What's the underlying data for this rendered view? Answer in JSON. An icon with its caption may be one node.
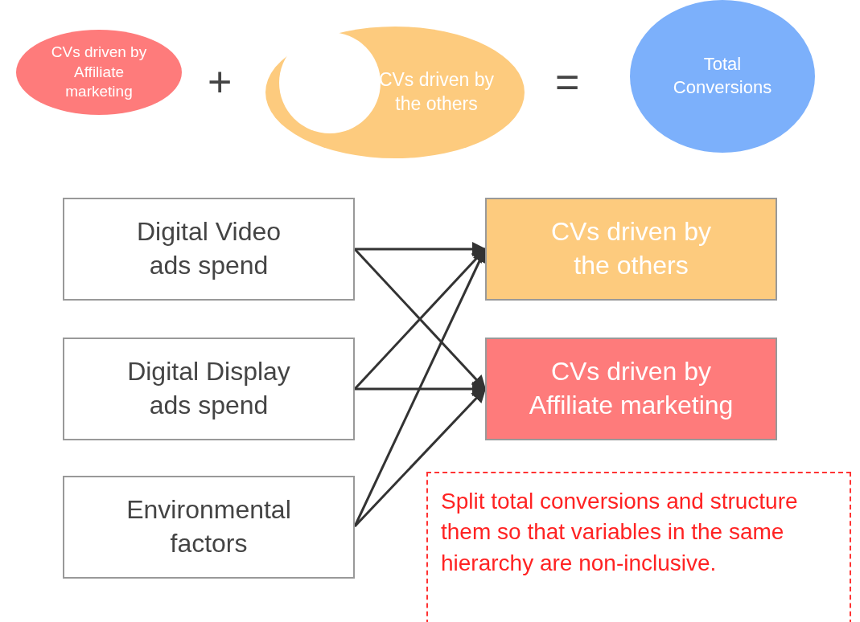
{
  "diagram": {
    "nodes": [
      {
        "text": [
          "CVs driven by Affiliate marketing"
        ]
      },
      {
        "text": [
          "CVs driven by the others"
        ]
      },
      {
        "text": [],
        "shape": "circle",
        "in": 1
      },
      {
        "text": [
          "Total Conversions"
        ]
      },
      {
        "text": [
          "Digital Video ads spend"
        ]
      },
      {
        "text": [
          "Digital Display ads spend"
        ]
      },
      {
        "text": [
          "Environmental factors"
        ]
      },
      {
        "text": [
          "CVs driven by the others"
        ]
      },
      {
        "text": [
          "CVs driven by Affiliate marketing"
        ]
      },
      {
        "text": [
          "Split total conversions and structure them so that variables in the same hierarchy are non-inclusive."
        ]
      }
    ],
    "edges": [
      {
        "from": 4,
        "to": 7,
        "arrow": "to"
      },
      {
        "from": 4,
        "to": 8,
        "arrow": "to"
      },
      {
        "from": 5,
        "to": 7,
        "arrow": "to"
      },
      {
        "from": 5,
        "to": 8,
        "arrow": "to"
      },
      {
        "from": 6,
        "to": 7,
        "arrow": "to"
      },
      {
        "from": 6,
        "to": 8,
        "arrow": "to"
      }
    ],
    "labels": [
      "+",
      "="
    ]
  }
}
